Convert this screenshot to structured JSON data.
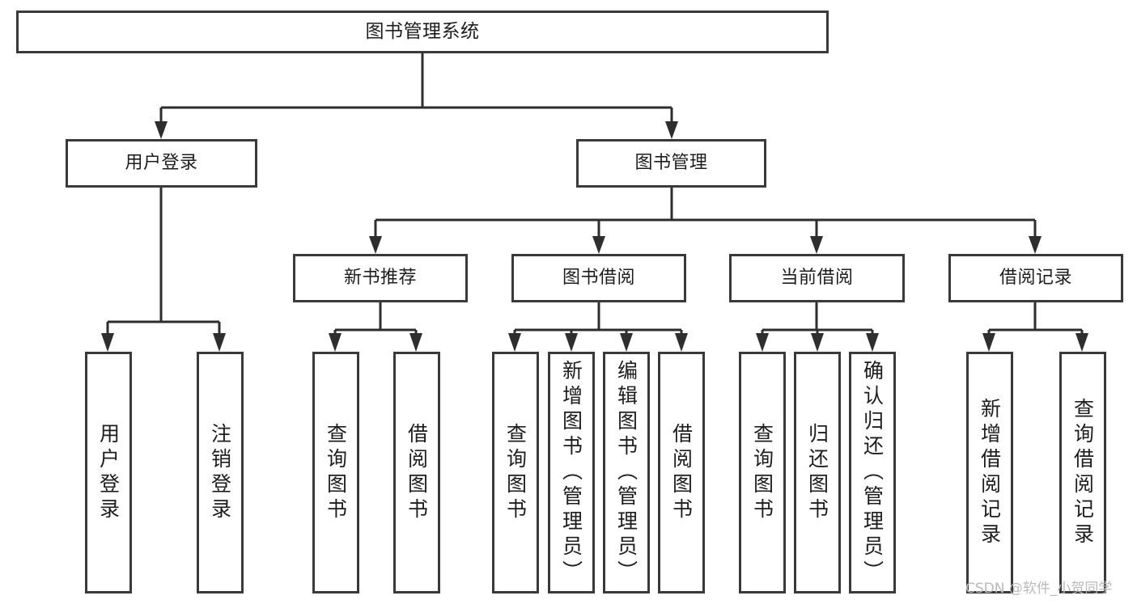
{
  "diagram": {
    "title": "图书管理系统",
    "type": "tree",
    "root": {
      "label": "图书管理系统"
    },
    "level2": [
      {
        "label": "用户登录"
      },
      {
        "label": "图书管理"
      }
    ],
    "level3": [
      {
        "label": "新书推荐"
      },
      {
        "label": "图书借阅"
      },
      {
        "label": "当前借阅"
      },
      {
        "label": "借阅记录"
      }
    ],
    "leaves": {
      "user_login": [
        {
          "label": "用户登录"
        },
        {
          "label": "注销登录"
        }
      ],
      "new_book_recommend": [
        {
          "label": "查询图书"
        },
        {
          "label": "借阅图书"
        }
      ],
      "book_borrow": [
        {
          "label": "查询图书"
        },
        {
          "label": "新增图书（管理员）"
        },
        {
          "label": "编辑图书（管理员）"
        },
        {
          "label": "借阅图书"
        }
      ],
      "current_borrow": [
        {
          "label": "查询图书"
        },
        {
          "label": "归还图书"
        },
        {
          "label": "确认归还（管理员）"
        }
      ],
      "borrow_record": [
        {
          "label": "新增借阅记录"
        },
        {
          "label": "查询借阅记录"
        }
      ]
    }
  },
  "watermark": {
    "text": "CSDN @软件_小贺同学"
  },
  "colors": {
    "border": "#3a3a3a",
    "connector": "#2e2e2e",
    "text": "#1d1d1d",
    "background": "#ffffff",
    "watermark": "#b9b9b9"
  }
}
